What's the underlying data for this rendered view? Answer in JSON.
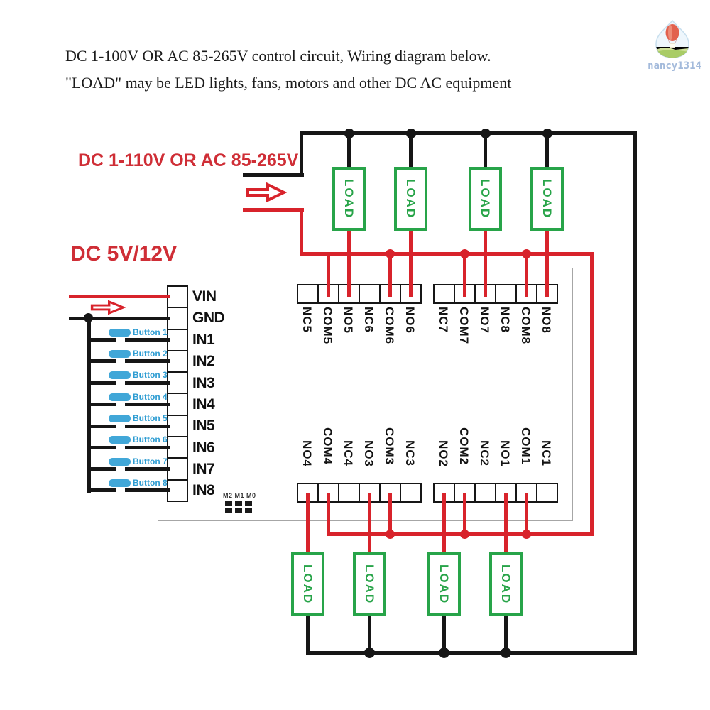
{
  "header": {
    "line1": "DC 1-100V OR AC 85-265V control circuit, Wiring diagram below.",
    "line2": "\"LOAD\" may be LED lights, fans, motors and other DC AC equipment"
  },
  "labels": {
    "ac_input": "DC 1-110V OR AC 85-265V",
    "dc_input": "DC 5V/12V"
  },
  "watermark": {
    "text": "nancy1314",
    "logo": "hot-air-balloon"
  },
  "board": {
    "left_pins": [
      "VIN",
      "GND",
      "IN1",
      "IN2",
      "IN3",
      "IN4",
      "IN5",
      "IN6",
      "IN7",
      "IN8"
    ],
    "top_terminals": [
      "NC5",
      "COM5",
      "NO5",
      "NC6",
      "COM6",
      "NO6",
      "NC7",
      "COM7",
      "NO7",
      "NC8",
      "COM8",
      "NO8"
    ],
    "bottom_terminals": [
      "NO4",
      "COM4",
      "NC4",
      "NO3",
      "COM3",
      "NC3",
      "NO2",
      "COM2",
      "NC2",
      "NO1",
      "COM1",
      "NC1"
    ],
    "jumper_label": "M2 M1 M0"
  },
  "buttons": [
    "Button 1",
    "Button 2",
    "Button 3",
    "Button 4",
    "Button 5",
    "Button 6",
    "Button 7",
    "Button 8"
  ],
  "loads": {
    "label": "LOAD",
    "top_count": 4,
    "bottom_count": 4
  },
  "colors": {
    "wire_live": "#d8232b",
    "wire_neutral": "#161616",
    "load_green": "#28a449",
    "button_blue": "#41a7d8",
    "label_red": "#cf2e36",
    "watermark_blue": "#a3badb"
  }
}
